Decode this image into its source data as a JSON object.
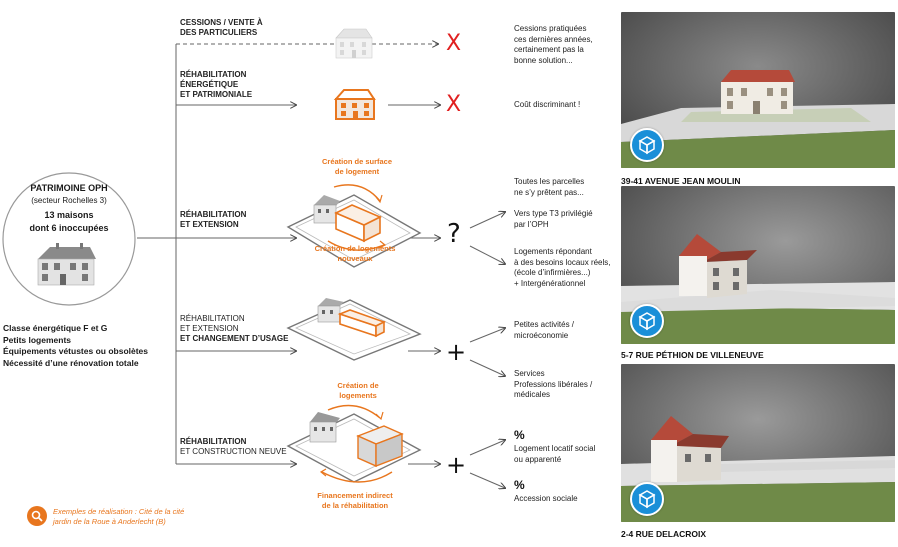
{
  "left": {
    "title": "PATRIMOINE OPH",
    "sector": "(secteur Rochelles 3)",
    "count_line1": "13 maisons",
    "count_line2": "dont 6 inoccupées",
    "conditions": [
      "Classe énergétique F et G",
      "Petits logements",
      "Équipements vétustes ou obsolètes",
      "Nécessité d’une rénovation totale"
    ]
  },
  "options": [
    {
      "label_lines": [
        "CESSIONS / VENTE À",
        "DES PARTICULIERS"
      ],
      "outcome": "X",
      "note_lines": [
        "Cessions pratiquées",
        "ces dernières années,",
        "certainement pas la",
        "bonne solution..."
      ]
    },
    {
      "label_lines": [
        "RÉHABILITATION",
        "ÉNERGÉTIQUE",
        "ET PATRIMONIALE"
      ],
      "outcome": "X",
      "note_lines": [
        "Coût discriminant !"
      ]
    },
    {
      "label_lines": [
        "RÉHABILITATION",
        "ET EXTENSION"
      ],
      "outcome": "?",
      "top_note_lines": [
        "Toutes les parcelles",
        "ne s’y prêtent pas..."
      ],
      "branches": [
        {
          "lines": [
            "Vers type T3 privilégié",
            "par l’OPH"
          ]
        },
        {
          "lines": [
            "Logements répondant",
            "à des besoins locaux réels,",
            "(école d’infirmières...)",
            "+ Intergénérationnel"
          ]
        }
      ],
      "orange_top": [
        "Création de surface",
        "de logement"
      ],
      "orange_bottom": [
        "Création de logements",
        "nouveaux"
      ]
    },
    {
      "label_lines": [
        "RÉHABILITATION",
        "ET EXTENSION",
        "ET CHANGEMENT D’USAGE"
      ],
      "outcome": "+",
      "branches": [
        {
          "lines": [
            "Petites activités /",
            "microéconomie"
          ]
        },
        {
          "lines": [
            "Services",
            "Professions libérales /",
            "médicales"
          ]
        }
      ]
    },
    {
      "label_lines": [
        "RÉHABILITATION",
        "ET CONSTRUCTION NEUVE"
      ],
      "outcome": "+",
      "branches": [
        {
          "pct": "%",
          "lines": [
            "Logement locatif social",
            "ou apparenté"
          ]
        },
        {
          "pct": "%",
          "lines": [
            "Accession sociale"
          ]
        }
      ],
      "orange_top": [
        "Création de",
        "logements"
      ],
      "orange_bottom": [
        "Financement indirect",
        "de la réhabilitation"
      ]
    }
  ],
  "footnote": {
    "text_line1": "Exemples de réalisation : Cité de la cité",
    "text_line2": "jardin de la Roue à Anderlecht (B)"
  },
  "photos": [
    {
      "caption": "39-41 AVENUE JEAN MOULIN"
    },
    {
      "caption": "5-7 RUE PÉTHION DE VILLENEUVE"
    },
    {
      "caption": "2-4 RUE DELACROIX"
    }
  ],
  "colors": {
    "accent": "#e8761e",
    "cross": "#e02020",
    "badge": "#1a8fd8"
  }
}
